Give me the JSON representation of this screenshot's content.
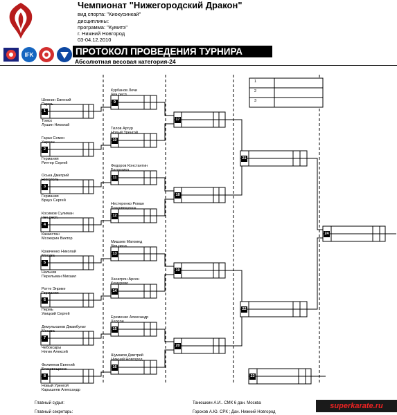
{
  "header": {
    "title": "Чемпионат \"Нижегородский Дракон\"",
    "lines": [
      "вид спорта: \"Киокусинкай\"",
      "дисциплины:",
      "программа: \"Кумитэ\"",
      "г. Нижний Новгород",
      "03-04.12.2010"
    ]
  },
  "banner": "ПРОТОКОЛ ПРОВЕДЕНИЯ ТУРНИРА",
  "subbanner": "Абсолютная весовая категория-24",
  "emblems": [
    "IFK"
  ],
  "places": [
    "1",
    "2",
    "3"
  ],
  "round1": [
    {
      "num": "1",
      "top_name": "Шевнин Евгений",
      "top_city": "Пермь",
      "bot_city": "Томск",
      "bot_name": "Лушин Николай"
    },
    {
      "num": "2",
      "top_name": "Гаран Семен",
      "top_city": "Херсон",
      "bot_city": "Германия",
      "bot_name": "Риттер Сергей"
    },
    {
      "num": "3",
      "top_name": "Оська Дмитрий",
      "top_city": "Никополь",
      "bot_city": "Германия",
      "bot_name": "Брауэ Сергей"
    },
    {
      "num": "4",
      "top_name": "Косимов Сулиман",
      "top_city": "Чеч.респ.",
      "bot_city": "Казахстан",
      "bot_name": "Мсокерин Виктор"
    },
    {
      "num": "5",
      "top_name": "Кравченко Николай",
      "top_city": "Москва",
      "bot_city": "Нальчик",
      "bot_name": "Перельман Михаил"
    },
    {
      "num": "6",
      "top_name": "Ротте Энрике",
      "top_city": "Германия",
      "bot_city": "Пермь",
      "bot_name": "Увицкий Сергей"
    },
    {
      "num": "7",
      "top_name": "Демульханов Джамбулат",
      "top_city": "Москва",
      "bot_city": "Чебоксары",
      "bot_name": "Нягин Алексей"
    },
    {
      "num": "8",
      "top_name": "Филиппов Евгений",
      "top_city": "Благовещенск",
      "bot_city": "Новый Уренгой",
      "bot_name": "Карышеев Александр"
    }
  ],
  "round2": [
    {
      "num": "9",
      "name": "Курбанов Лечи",
      "city": "Чеч.респ."
    },
    {
      "num": "10",
      "name": "Тилов Артур",
      "city": "Новый Уренгой"
    },
    {
      "num": "11",
      "name": "Федоров Константин",
      "city": "Балашиха"
    },
    {
      "num": "12",
      "name": "Нестеренко Роман",
      "city": "Благовещенск"
    },
    {
      "num": "13",
      "name": "Мишаев Магомед",
      "city": "Чеч.респ."
    },
    {
      "num": "14",
      "name": "Хачатрян Арсен",
      "city": "Кемерово"
    },
    {
      "num": "15",
      "name": "Еременко Александр",
      "city": "Херсон"
    },
    {
      "num": "16",
      "name": "Шумаков Дмитрий",
      "city": "Нижний Новгород"
    }
  ],
  "round3": [
    "17",
    "18",
    "19",
    "20"
  ],
  "round4": [
    "21",
    "22"
  ],
  "final": "24",
  "third_place": "23",
  "footer": {
    "judge_label": "Главный судья:",
    "judge_name": "Танюшкин А.И.. СМК 6 дан. Москва",
    "secretary_label": "Главный секретарь:",
    "secretary_name": "Горохов А.Ю. СРК ; Дан. Нижний Новгород"
  },
  "watermark": "superkarate.ru"
}
